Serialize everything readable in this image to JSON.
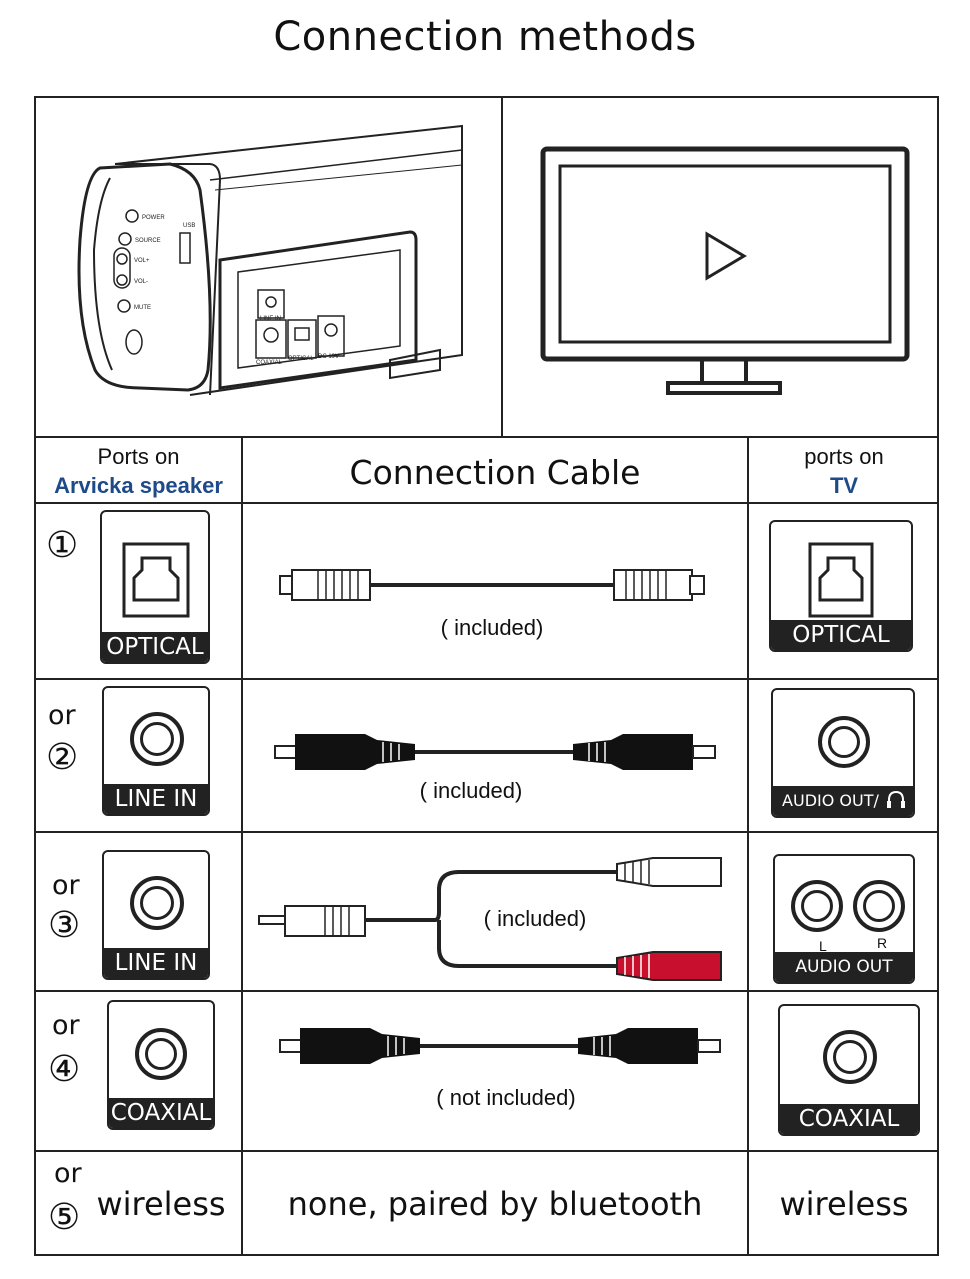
{
  "page_title": "Connection methods",
  "headers": {
    "speaker_ports_line1": "Ports on",
    "speaker_ports_line2": "Arvicka speaker",
    "cable": "Connection Cable",
    "tv_ports_line1": "ports on",
    "tv_ports_line2": "TV"
  },
  "speaker_panel": {
    "buttons": [
      "POWER",
      "SOURCE",
      "VOL+",
      "VOL-",
      "MUTE"
    ],
    "usb": "USB",
    "rear_ports": [
      "LINE IN",
      "COAXIAL",
      "OPTICAL",
      "DC 19V"
    ]
  },
  "rows": [
    {
      "marker": "①",
      "or": "",
      "speaker_port": "OPTICAL",
      "cable_note": "( included)",
      "tv_port": "OPTICAL"
    },
    {
      "marker": "②",
      "or": "or",
      "speaker_port": "LINE IN",
      "cable_note": "( included)",
      "tv_port": "AUDIO OUT/"
    },
    {
      "marker": "③",
      "or": "or",
      "speaker_port": "LINE IN",
      "cable_note": "( included)",
      "tv_port": "AUDIO OUT",
      "tv_left": "L",
      "tv_right": "R"
    },
    {
      "marker": "④",
      "or": "or",
      "speaker_port": "COAXIAL",
      "cable_note": "( not included)",
      "tv_port": "COAXIAL"
    },
    {
      "marker": "⑤",
      "or": "or",
      "speaker_port": "wireless",
      "cable_note": "none, paired by bluetooth",
      "tv_port": "wireless"
    }
  ],
  "colors": {
    "header_blue": "#1f4a8a",
    "red_plug": "#c8102e",
    "line": "#222222"
  }
}
